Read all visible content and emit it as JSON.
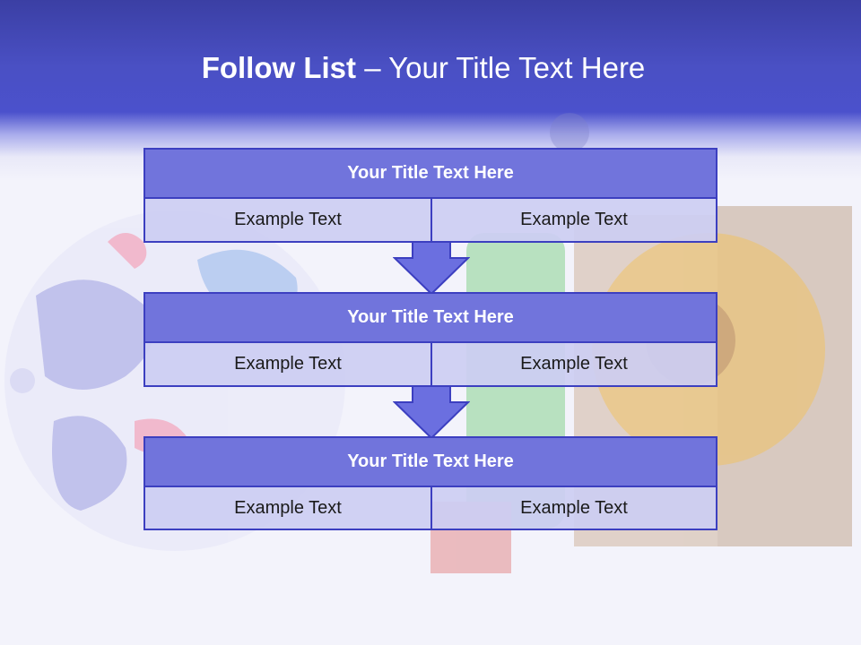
{
  "slide": {
    "title_bold": "Follow List",
    "title_sep": " – ",
    "title_rest": "Your Title Text Here"
  },
  "steps": [
    {
      "title": "Your Title Text Here",
      "left": "Example Text",
      "right": "Example Text"
    },
    {
      "title": "Your Title Text Here",
      "left": "Example Text",
      "right": "Example Text"
    },
    {
      "title": "Your Title Text Here",
      "left": "Example Text",
      "right": "Example Text"
    }
  ],
  "colors": {
    "header": "#4b51cc",
    "title_box": "#7174dc",
    "cell": "#cccdf2",
    "border": "#3c3fc0",
    "arrow": "#6b6fe0"
  }
}
